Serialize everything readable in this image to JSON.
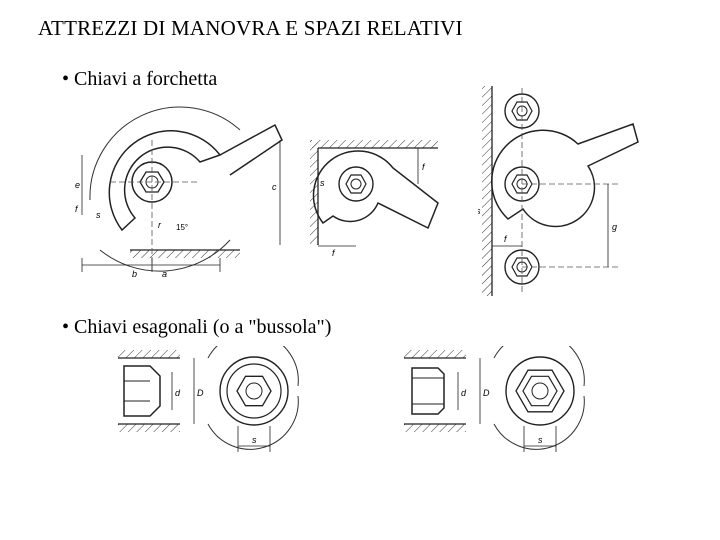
{
  "slide": {
    "title": "ATTREZZI DI MANOVRA E SPAZI RELATIVI",
    "bullets": [
      "• Chiavi a forchetta",
      "• Chiavi esagonali (o a \"bussola\")"
    ]
  },
  "figures": {
    "open_end_wrench": {
      "icon": "open-end-wrench-drawing",
      "dimension_labels": [
        "e",
        "f",
        "s",
        "c",
        "b",
        "a",
        "r",
        "15°"
      ]
    },
    "corner_wrench": {
      "icon": "corner-clearance-drawing",
      "dimension_labels": [
        "s",
        "f",
        "f"
      ]
    },
    "stacked_nuts": {
      "icon": "adjacent-nuts-drawing",
      "dimension_labels": [
        "s",
        "f",
        "g"
      ]
    },
    "socket_left": {
      "icon": "socket-wrench-section-drawing",
      "dimension_labels": [
        "d",
        "D",
        "s"
      ]
    },
    "socket_right": {
      "icon": "socket-wrench-section-drawing",
      "dimension_labels": [
        "d",
        "D",
        "s"
      ]
    }
  }
}
